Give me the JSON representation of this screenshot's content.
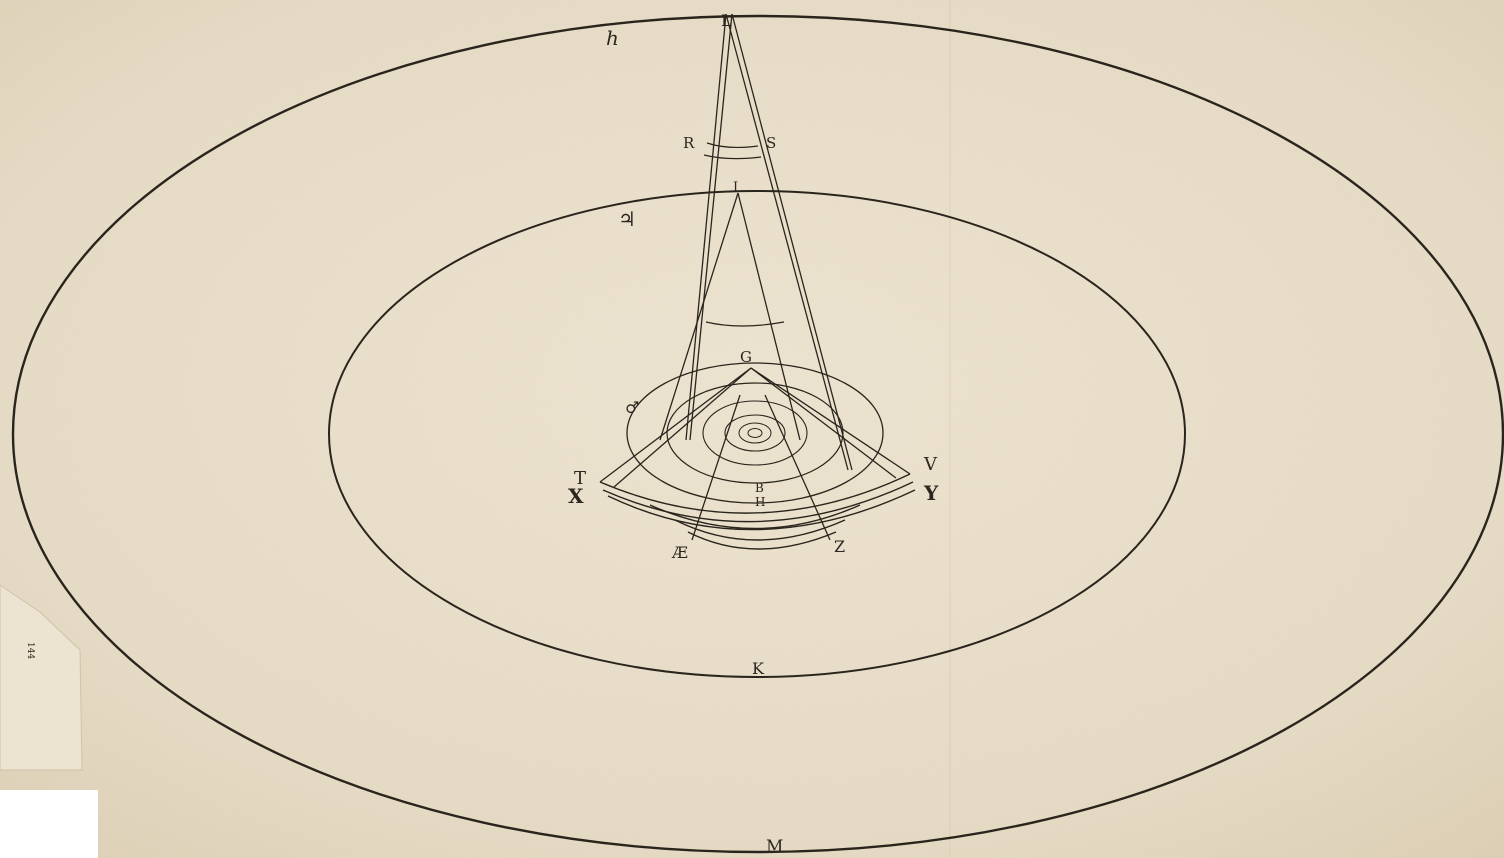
{
  "figure": {
    "labels": {
      "top_apex": "L",
      "upper_left_outer": "h",
      "r_left": "R",
      "s_right": "S",
      "inner_apex": "I",
      "inner_orbit_symbol": "♃",
      "g_top": "G",
      "mars_symbol": "♂",
      "t_left": "T",
      "x_left": "X",
      "v_right": "V",
      "y_right": "Y",
      "ae_bottom": "Æ",
      "z_bottom": "Z",
      "b_mid": "B",
      "h_mid": "H",
      "k_inner_bottom": "K",
      "m_outer_bottom": "M",
      "page_number": "144"
    },
    "paper_color": "#e9dfcb",
    "ink_color": "#2a251c"
  }
}
